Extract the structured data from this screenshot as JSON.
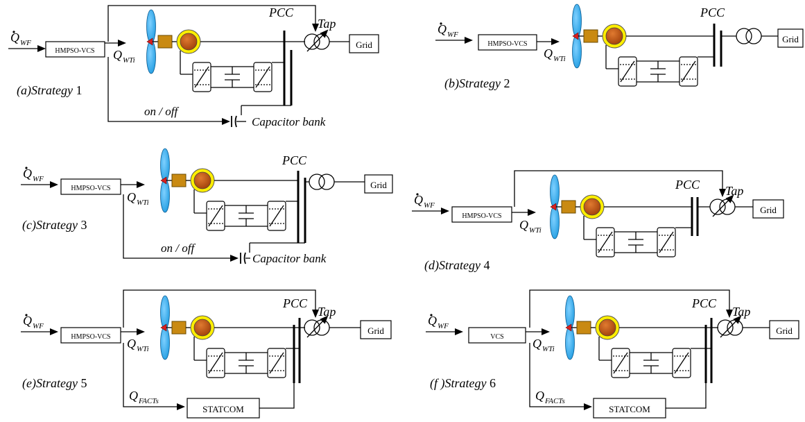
{
  "labels": {
    "q_wf_main": "Q",
    "q_wf_sub": "WF",
    "q_wti_main": "Q",
    "q_wti_sub": "WTi",
    "q_facts_main": "Q",
    "q_facts_sub": "FACTs",
    "pcc": "PCC",
    "tap": "Tap",
    "grid": "Grid",
    "on_off": "on / off",
    "capacitor_bank": "Capacitor bank",
    "statcom": "STATCOM"
  },
  "panels": [
    {
      "id": "a",
      "letter": "(a)",
      "strategy": "Strategy",
      "num": "1",
      "controller": "HMPSO-VCS"
    },
    {
      "id": "b",
      "letter": "(b)",
      "strategy": "Strategy",
      "num": "2",
      "controller": "HMPSO-VCS"
    },
    {
      "id": "c",
      "letter": "(c)",
      "strategy": "Strategy",
      "num": "3",
      "controller": "HMPSO-VCS"
    },
    {
      "id": "d",
      "letter": "(d)",
      "strategy": "Strategy",
      "num": "4",
      "controller": "HMPSO-VCS"
    },
    {
      "id": "e",
      "letter": "(e)",
      "strategy": "Strategy",
      "num": "5",
      "controller": "HMPSO-VCS"
    },
    {
      "id": "f",
      "letter": "(f )",
      "strategy": "Strategy",
      "num": "6",
      "controller": "VCS"
    }
  ],
  "colors": {
    "blade": "#1e9be0",
    "hub": "#d62020",
    "gearbox": "#c98a12",
    "gen_ring": "#ffee00",
    "gen_core": "#b84a0c"
  }
}
